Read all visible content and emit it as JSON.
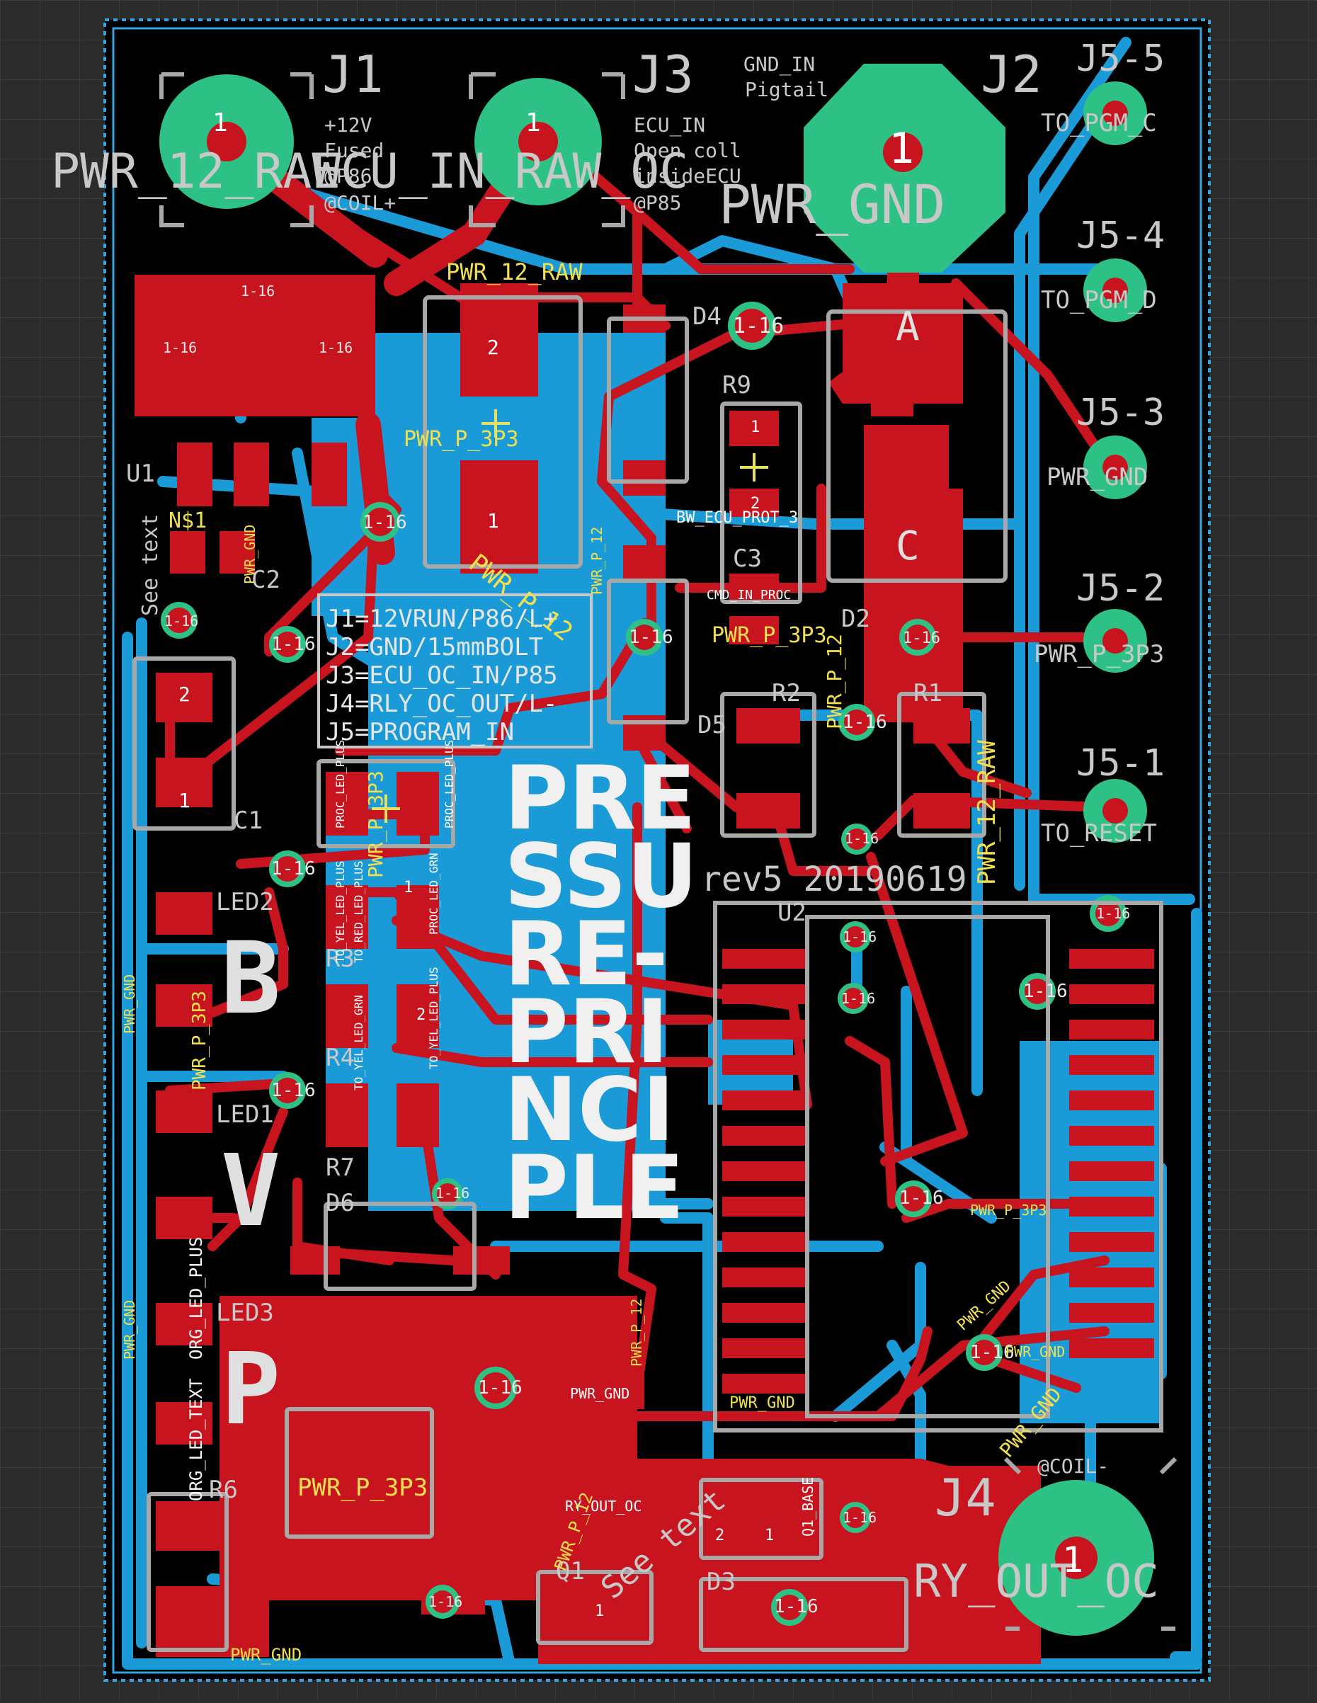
{
  "board": {
    "colors": {
      "background": "#2b2b2b",
      "grid": "#3a3a3a",
      "board": "#000000",
      "outline": "#36a4e0",
      "bottom_copper": "#1a9ad6",
      "top_copper": "#c8141e",
      "via": "#2ec185",
      "silkscreen": "#c8c8c8",
      "net_label": "#f0e050"
    }
  },
  "connectors": {
    "j1": {
      "ref": "J1",
      "pin": "1",
      "net": "PWR_12_RAW",
      "notes": [
        "+12V",
        "Fused",
        "@P86",
        "@COIL+"
      ]
    },
    "j3": {
      "ref": "J3",
      "pin": "1",
      "net": "ECU_IN_RAW_OC",
      "notes": [
        "ECU_IN",
        "Open coll",
        "insideECU",
        "@P85"
      ]
    },
    "j2": {
      "ref": "J2",
      "pin": "1",
      "net": "PWR_GND",
      "notes": [
        "GND_IN",
        "Pigtail"
      ]
    },
    "j4": {
      "ref": "J4",
      "pin": "1",
      "net": "RY_OUT_OC",
      "notes": [
        "@COIL-"
      ]
    },
    "j5": [
      {
        "ref": "J5-5",
        "net": "TO_PGM_C"
      },
      {
        "ref": "J5-4",
        "net": "TO_PGM_D"
      },
      {
        "ref": "J5-3",
        "net": "PWR_GND"
      },
      {
        "ref": "J5-2",
        "net": "PWR_P_3P3"
      },
      {
        "ref": "J5-1",
        "net": "TO_RESET"
      }
    ]
  },
  "legend": [
    "J1=12VRUN/P86/L+",
    "J2=GND/15mmBOLT",
    "J3=ECU_OC_IN/P85",
    "J4=RLY_OC_OUT/L-",
    "J5=PROGRAM_IN"
  ],
  "big_text": [
    "PRE",
    "SSU",
    "RE-",
    "PRI",
    "NCI",
    "PLE"
  ],
  "side_letters": [
    "B",
    "V",
    "P"
  ],
  "revision": "rev5 20190619",
  "see_text": "See text",
  "refdes": [
    "U1",
    "N$1",
    "C2",
    "C1",
    "LED2",
    "LED1",
    "LED3",
    "R3",
    "R4",
    "R7",
    "D6",
    "R6",
    "Q1",
    "D3",
    "D4",
    "R9",
    "C3",
    "D2",
    "D5",
    "R2",
    "R1",
    "U2",
    "A",
    "C"
  ],
  "via_label": "1-16",
  "net_labels": [
    "PWR_12_RAW",
    "PWR_P_3P3",
    "PWR_P_12",
    "PWR_GND",
    "BW_ECU_PROT_3",
    "CMD_IN_PROC",
    "PWR_P_12",
    "PWR_12_RAW",
    "PWR_GND",
    "PWR_GND",
    "PWR_GND",
    "RY_OUT_OC",
    "Q1_BASE",
    "PWR_GND",
    "PWR_P_3P3",
    "PWR_GND",
    "PROC_LED_PLUS",
    "PWR_P_3P3",
    "PROC_LED_GRN",
    "TO_YEL_LED_GRN",
    "TO_YEL_LED_PLUS",
    "TO_YEL_LED_PLUS",
    "TO_RED_LED_PLUS",
    "PROC_LED_PLUS",
    "PWR_P_3P3",
    "ORG_LED_TEXT",
    "ORG_LED_PLUS",
    "PWR_GND",
    "PWR_GND",
    "PWR_P_12",
    "PWR_GND",
    "PWR_P_12",
    "PWR_P_3P3",
    "PWR_P_3P3",
    "PWR_P_12"
  ]
}
